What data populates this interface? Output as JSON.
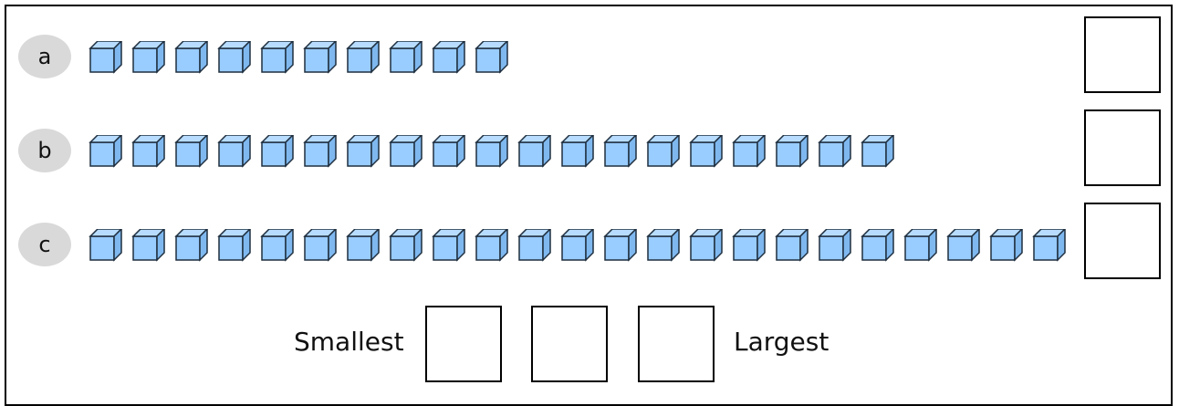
{
  "rows": [
    {
      "label": "a",
      "count": 10
    },
    {
      "label": "b",
      "count": 19
    },
    {
      "label": "c",
      "count": 23
    }
  ],
  "bottom": {
    "smallest_label": "Smallest",
    "largest_label": "Largest",
    "ordering_boxes": 3
  },
  "colors": {
    "cube_fill": "#99CCFF",
    "cube_stroke": "#1f2f3f",
    "label_circle": "#d9d9d9"
  }
}
